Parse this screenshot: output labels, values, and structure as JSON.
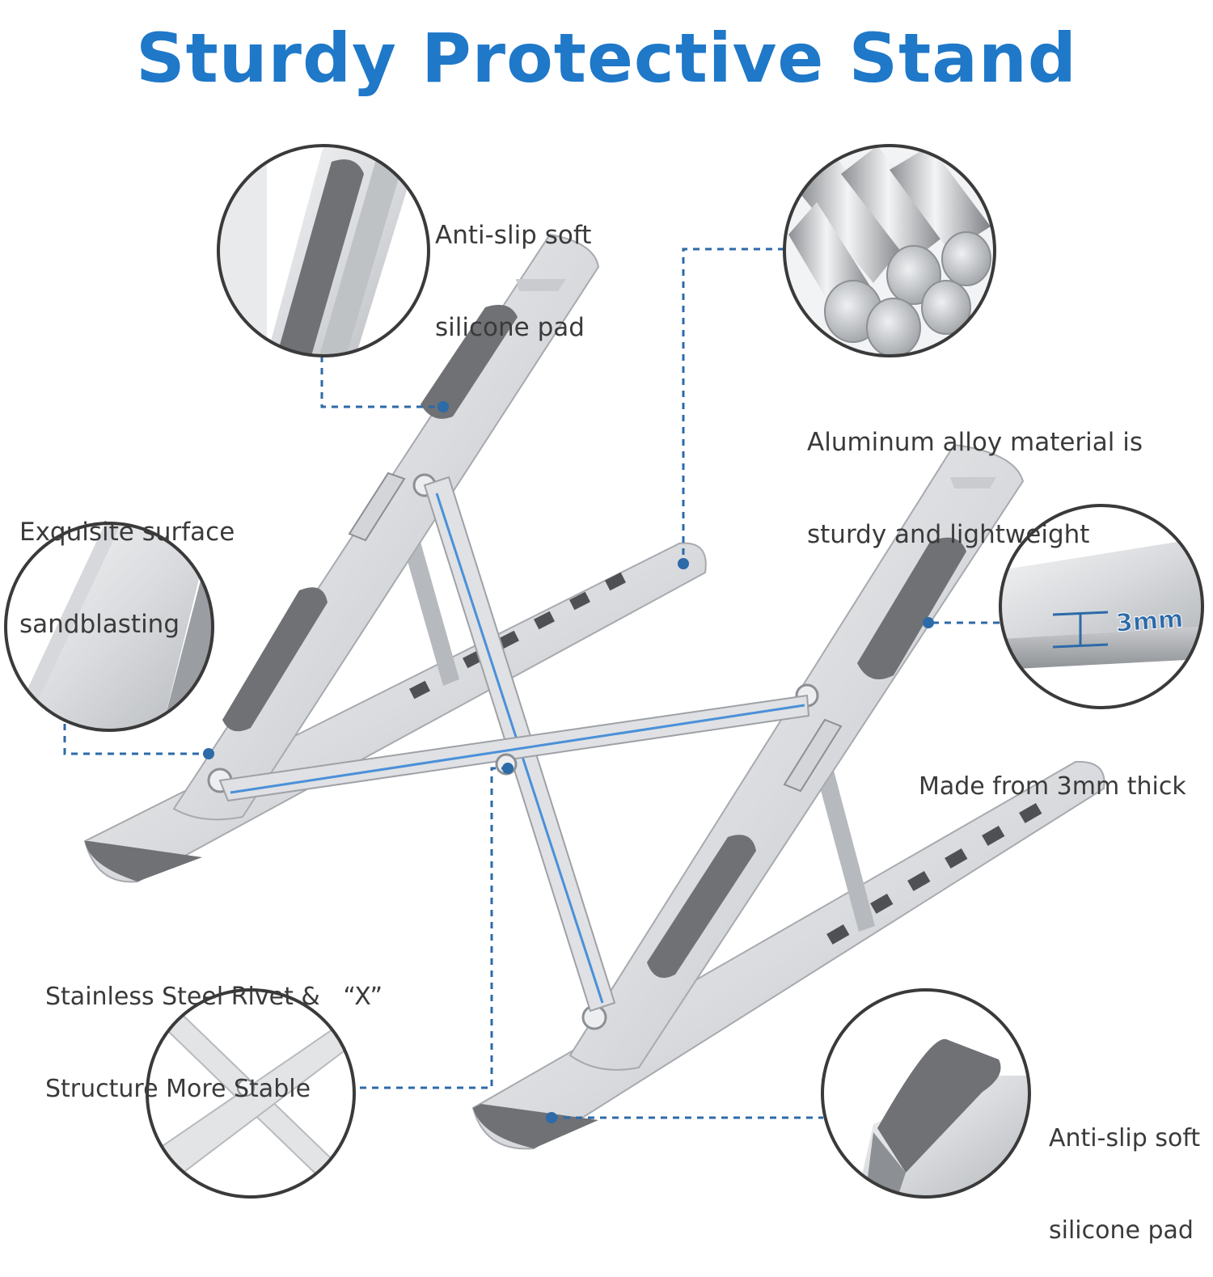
{
  "title": "Sturdy Protective Stand",
  "callouts": {
    "pad_top": {
      "line1": "Anti-slip soft",
      "line2": "silicone pad"
    },
    "aluminum": {
      "line1": "Aluminum alloy material is",
      "line2": "sturdy and lightweight"
    },
    "sandblasting": {
      "line1": "Exquisite surface",
      "line2": "sandblasting"
    },
    "thickness": {
      "line1": "Made from 3mm thick"
    },
    "rivet": {
      "line1": "Stainless Steel Rivet &   “X”",
      "line2": "Structure More Stable"
    },
    "pad_bottom": {
      "line1": "Anti-slip soft",
      "line2": "silicone pad"
    }
  },
  "dimension_label": "3mm",
  "colors": {
    "title": "#1f78c8",
    "accent_line": "#2d6aa8",
    "highlight_blue": "#4a90d9",
    "aluminum_light": "#e6e7e9",
    "aluminum_mid": "#c4c6c9",
    "aluminum_dark": "#9a9da1",
    "silicone_pad": "#6f7174"
  }
}
